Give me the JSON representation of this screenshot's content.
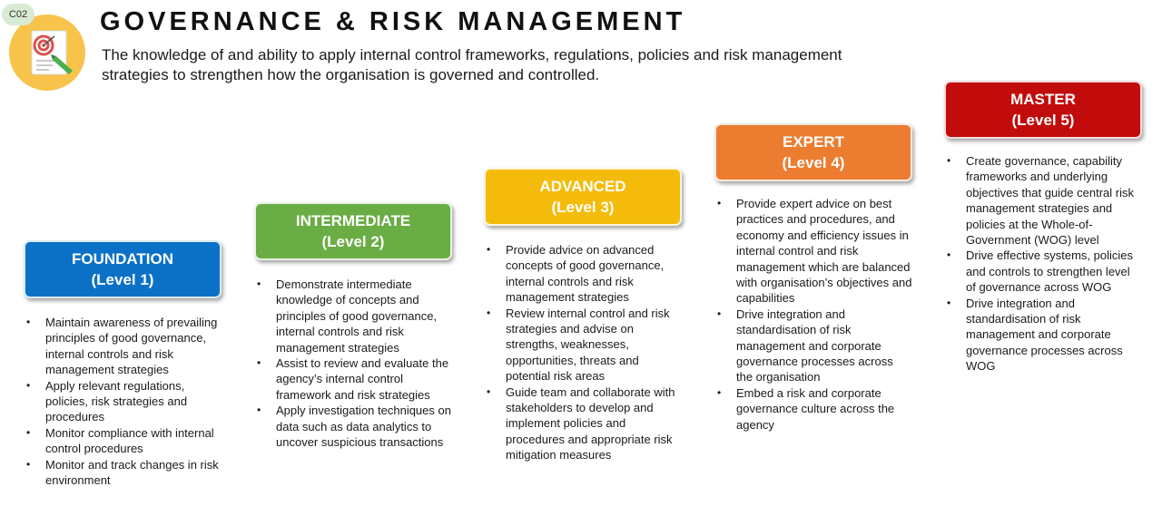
{
  "header": {
    "tag": "C02",
    "title": "GOVERNANCE & RISK MANAGEMENT",
    "description": "The knowledge of and ability to apply internal control frameworks, regulations, policies and risk management strategies to strengthen how the organisation is governed and controlled."
  },
  "colors": {
    "foundation": "#0a71c7",
    "intermediate": "#6aad45",
    "advanced": "#f5bb0a",
    "expert": "#ec7c30",
    "master": "#c20b0b",
    "logo_circle": "#f7c34a"
  },
  "levels": [
    {
      "name": "FOUNDATION",
      "level": "(Level 1)",
      "items": [
        "Maintain awareness of prevailing principles of good governance, internal controls and risk management strategies",
        "Apply relevant regulations, policies, risk strategies and procedures",
        "Monitor compliance with internal control procedures",
        "Monitor and track changes in risk environment"
      ]
    },
    {
      "name": "INTERMEDIATE",
      "level": "(Level 2)",
      "items": [
        "Demonstrate intermediate knowledge of concepts and principles of good governance, internal controls and risk management strategies",
        "Assist to review and evaluate the agency’s internal control framework and risk strategies",
        "Apply investigation techniques on data such as data analytics to uncover suspicious transactions"
      ]
    },
    {
      "name": "ADVANCED",
      "level": "(Level 3)",
      "items": [
        "Provide advice on advanced concepts of good governance, internal controls and risk management strategies",
        "Review internal control and risk strategies and advise on strengths, weaknesses, opportunities, threats and potential risk areas",
        "Guide team and collaborate with stakeholders to develop and implement policies and procedures and appropriate risk mitigation measures"
      ]
    },
    {
      "name": "EXPERT",
      "level": "(Level 4)",
      "items": [
        "Provide expert advice on best practices and procedures, and economy and efficiency issues in internal control and risk management which are balanced with organisation’s objectives and capabilities",
        "Drive integration and standardisation of risk management and corporate governance processes across the organisation",
        "Embed a risk and corporate governance culture across the agency"
      ]
    },
    {
      "name": "MASTER",
      "level": "(Level 5)",
      "items": [
        "Create governance, capability frameworks and underlying objectives that guide central risk management strategies and policies at the Whole-of-Government (WOG) level",
        "Drive effective systems, policies and controls to strengthen level of governance across WOG",
        "Drive integration and standardisation of risk management and corporate governance processes across WOG"
      ]
    }
  ]
}
